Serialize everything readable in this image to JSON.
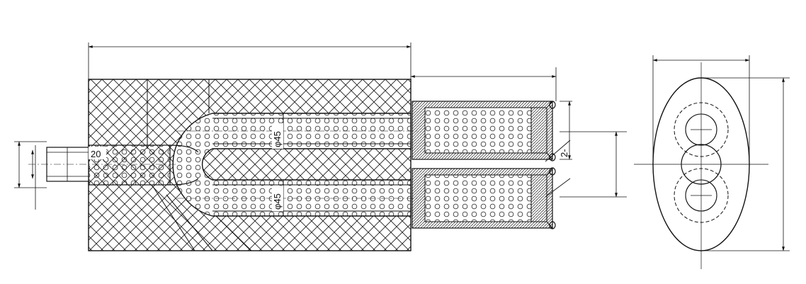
{
  "drawing": {
    "labels": {
      "inlet_length": "20",
      "pipe_diameter_upper": "φ45",
      "pipe_diameter_lower": "φ45",
      "tip_offset": "2-"
    },
    "colors": {
      "line": "#111111",
      "background": "#ffffff"
    }
  }
}
